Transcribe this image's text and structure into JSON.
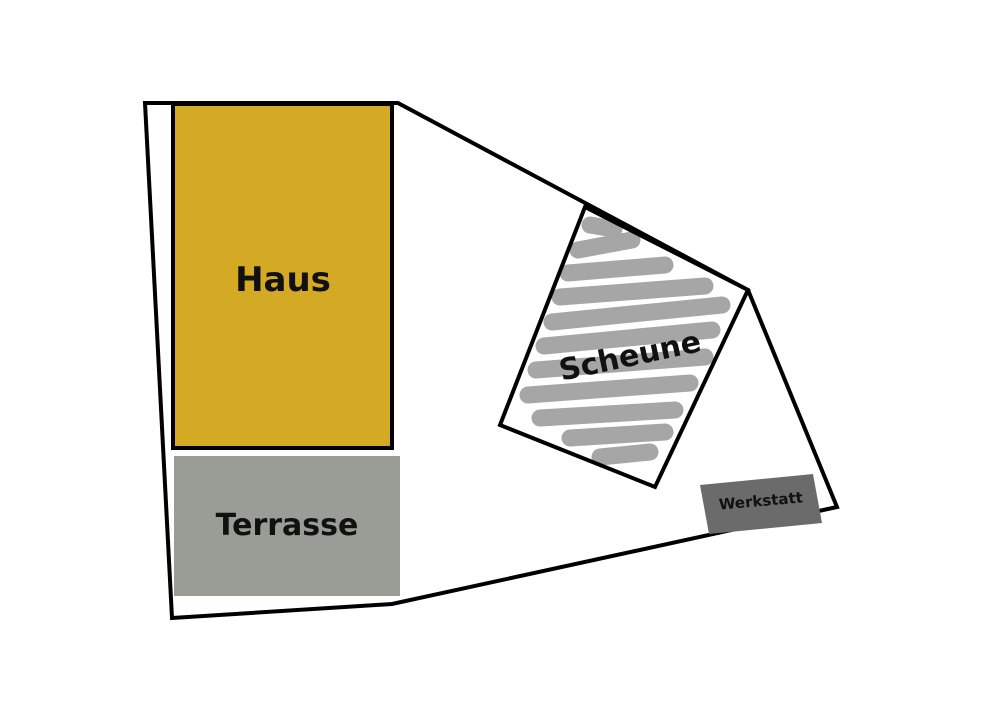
{
  "plan": {
    "areas": [
      {
        "id": "haus",
        "label": "Haus",
        "fill": "#d4aa24"
      },
      {
        "id": "terrasse",
        "label": "Terrasse",
        "fill": "#9a9c96"
      },
      {
        "id": "scheune",
        "label": "Scheune",
        "fill": "#a6a6a6",
        "pattern": "hatched-stripes"
      },
      {
        "id": "werkstatt",
        "label": "Werkstatt",
        "fill": "#6b6b6b"
      }
    ],
    "colors": {
      "outline": "#000000",
      "background": "#ffffff"
    }
  }
}
